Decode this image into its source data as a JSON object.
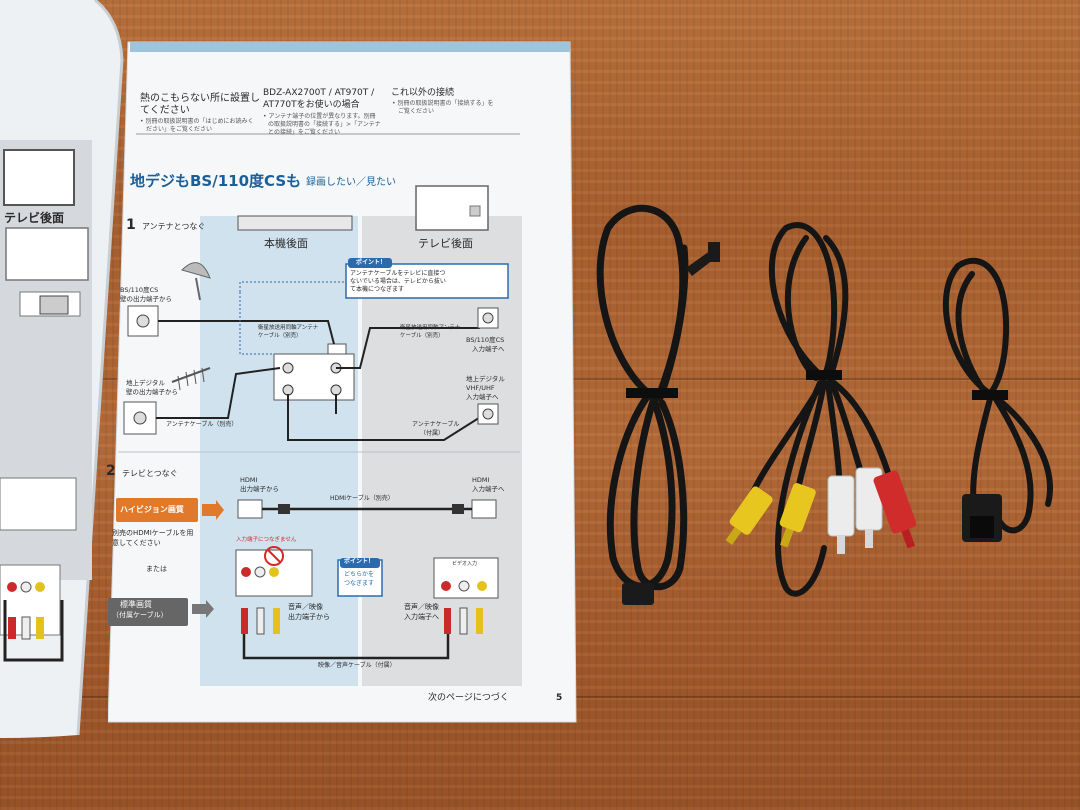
{
  "scene": {
    "description_items": [
      "manual-booklet",
      "power-cable",
      "rca-av-cable",
      "dc-power-cable"
    ]
  },
  "booklet": {
    "page_number": "5",
    "header": {
      "col1": {
        "title_l1": "熱のこもらない所に設置し",
        "title_l2": "てください",
        "note_l1": "• 別冊の取扱説明書の「はじめにお読みく",
        "note_l2": "ださい」をご覧ください"
      },
      "col2": {
        "title_l1": "BDZ-AX2700T / AT970T /",
        "title_l2": "AT770Tをお使いの場合",
        "note_l1": "• アンテナ端子の位置が異なります。別冊",
        "note_l2": "の取扱説明書の「接続する」>「アンテナ",
        "note_l3": "との接続」をご覧ください"
      },
      "col3": {
        "title": "これ以外の接続",
        "note_l1": "• 別冊の取扱説明書の「接続する」を",
        "note_l2": "ご覧ください"
      }
    },
    "section_title_a": "地デジもBS/110度CSも",
    "section_title_b": "録画したい／見たい",
    "step1": {
      "num": "1",
      "label": "アンテナとつなぐ"
    },
    "step2": {
      "num": "2",
      "label": "テレビとつなぐ"
    },
    "zone_recorder": "本機後面",
    "zone_tv": "テレビ後面",
    "left_page_tv_label": "テレビ後面",
    "point_label": "ポイント！",
    "point1_text_l1": "アンテナケーブルをテレビに直接つ",
    "point1_text_l2": "ないでいる場合は、テレビから抜い",
    "point1_text_l3": "て本機につなぎます",
    "bs_wall_l1": "BS/110度CS",
    "bs_wall_l2": "壁の出力端子から",
    "terr_wall_l1": "地上デジタル",
    "terr_wall_l2": "壁の出力端子から",
    "sat_cable_l1": "衛星放送用同軸アンテナ",
    "sat_cable_l2": "ケーブル（別売）",
    "sat_cable_r_l1": "衛星放送用同軸アンテナ",
    "sat_cable_r_l2": "ケーブル（別売）",
    "bs_in_l1": "BS/110度CS",
    "bs_in_l2": "入力端子へ",
    "terr_in_l1": "地上デジタル",
    "terr_in_l2": "VHF/UHF",
    "terr_in_l3": "入力端子へ",
    "ant_cable_sold": "アンテナケーブル（別売）",
    "ant_cable_incl_l1": "アンテナケーブル",
    "ant_cable_incl_l2": "（付属）",
    "hdmi_out_l1": "HDMI",
    "hdmi_out_l2": "出力端子から",
    "hdmi_cable": "HDMIケーブル（別売）",
    "hdmi_in_l1": "HDMI",
    "hdmi_in_l2": "入力端子へ",
    "hd_button": "ハイビジョン画質",
    "hd_note_l1": "別売のHDMIケーブルを用",
    "hd_note_l2": "意してください",
    "or_text": "または",
    "sd_button_l1": "標準画質",
    "sd_button_l2": "（付属ケーブル）",
    "no_connect": "入力端子につなぎません",
    "point2_text_l1": "どちらかを",
    "point2_text_l2": "つなぎます",
    "av_out_l1": "音声／映像",
    "av_out_l2": "出力端子から",
    "av_in_l1": "音声／映像",
    "av_in_l2": "入力端子へ",
    "video_in_panel": "ビデオ入力",
    "av_cable": "映像／音声ケーブル（付属）",
    "next_page": "次のページにつづく"
  },
  "colors": {
    "wood": "#a9602f",
    "page": "#f4f6f8",
    "blue_zone": "#cfe2ee",
    "gray_zone": "#dcdee0",
    "title_blue": "#1a5f97",
    "orange": "#e07a2a",
    "point_blue": "#2a6bb0",
    "cable_black": "#151515",
    "rca_yellow": "#e8c620",
    "rca_red": "#d12c2c",
    "rca_white": "#ececec"
  }
}
